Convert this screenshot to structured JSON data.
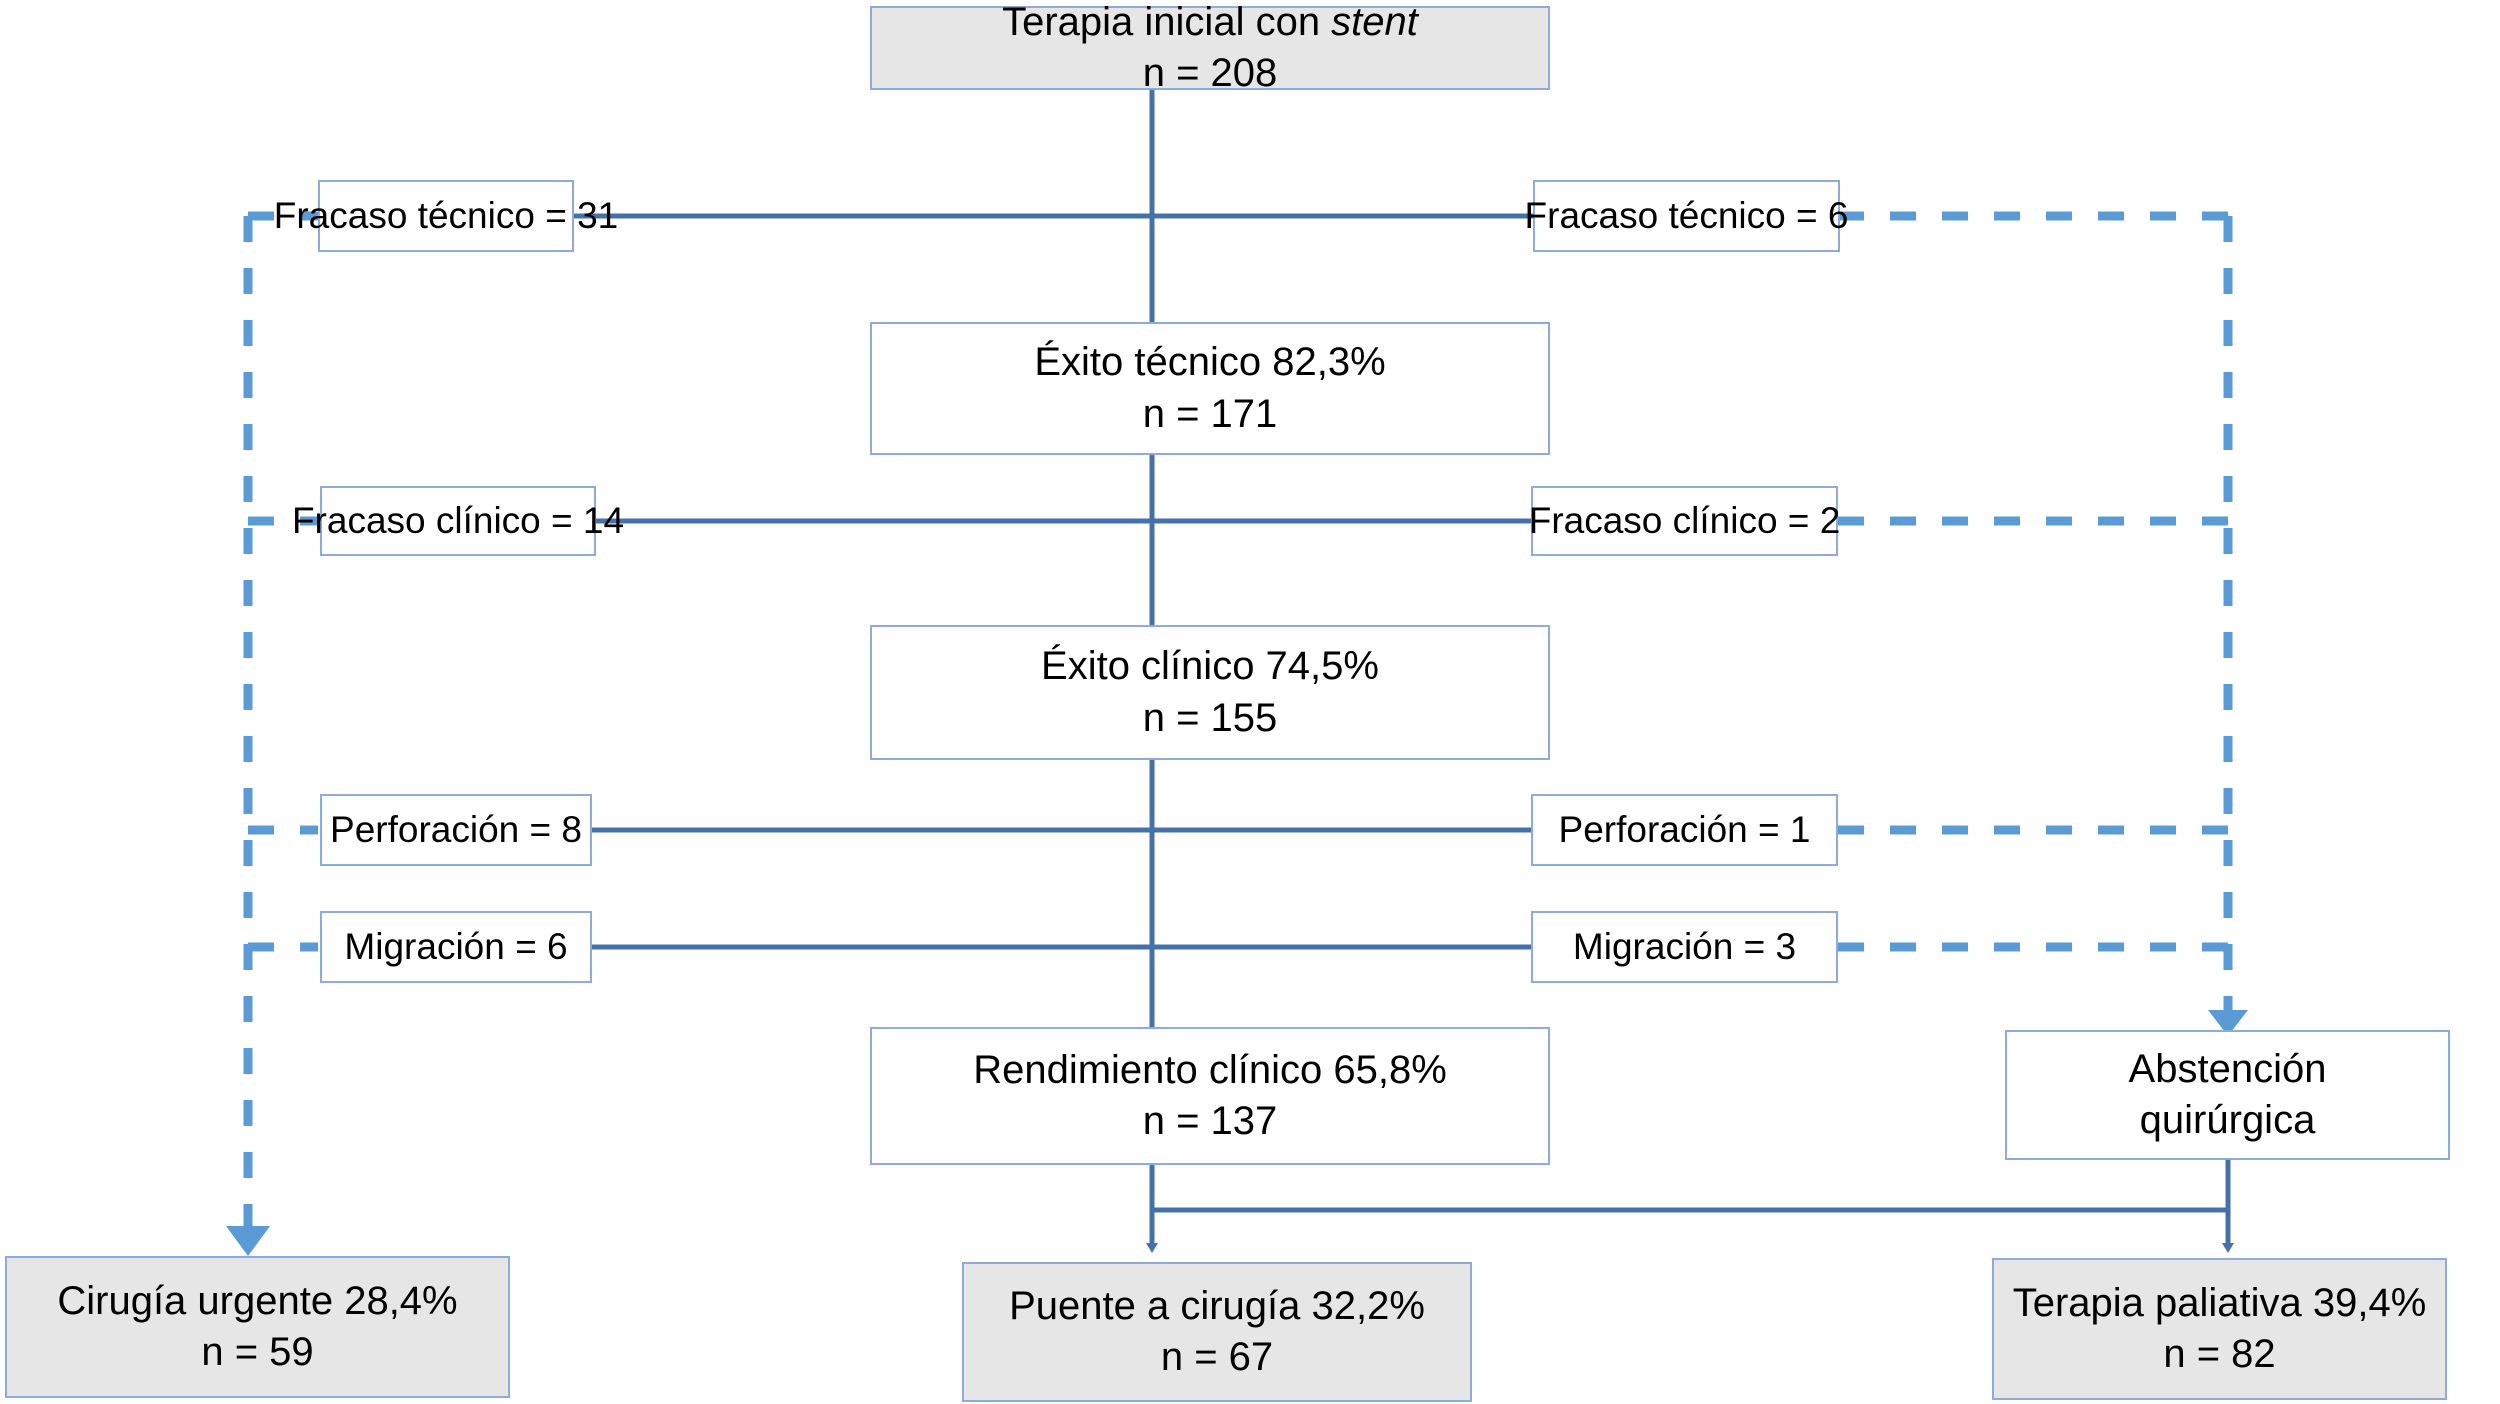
{
  "diagram": {
    "title_node": {
      "line1_prefix": "Terapia inicial con ",
      "line1_italic": "stent",
      "line2": "n = 208"
    },
    "colors": {
      "box_border": "#8faadc",
      "box_fill_grey": "#e7e6e6",
      "box_fill_white": "#ffffff",
      "solid_connector": "#4472a8",
      "dashed_connector": "#5b9bd5",
      "text": "#000000"
    },
    "nodes": {
      "initial_therapy": {
        "line1": "Terapia inicial con stent",
        "line2": "n = 208"
      },
      "technical_failure_left": {
        "line1": "Fracaso técnico = 31"
      },
      "technical_failure_right": {
        "line1": "Fracaso técnico = 6"
      },
      "technical_success": {
        "line1": "Éxito técnico 82,3%",
        "line2": "n = 171"
      },
      "clinical_failure_left": {
        "line1": "Fracaso clínico = 14"
      },
      "clinical_failure_right": {
        "line1": "Fracaso clínico = 2"
      },
      "clinical_success": {
        "line1": "Éxito clínico 74,5%",
        "line2": "n = 155"
      },
      "perforation_left": {
        "line1": "Perforación = 8"
      },
      "perforation_right": {
        "line1": "Perforación = 1"
      },
      "migration_left": {
        "line1": "Migración = 6"
      },
      "migration_right": {
        "line1": "Migración = 3"
      },
      "clinical_performance": {
        "line1": "Rendimiento clínico 65,8%",
        "line2": "n = 137"
      },
      "surgical_abstention": {
        "line1": "Abstención",
        "line2": "quirúrgica"
      },
      "urgent_surgery": {
        "line1": "Cirugía urgente 28,4%",
        "line2": "n = 59"
      },
      "bridge_to_surgery": {
        "line1": "Puente a cirugía 32,2%",
        "line2": "n = 67"
      },
      "palliative_therapy": {
        "line1": "Terapia paliativa 39,4%",
        "line2": "n = 82"
      }
    }
  },
  "chart_data": {
    "type": "diagram",
    "title": "Terapia inicial con stent — diagrama de flujo",
    "total_n": 208,
    "stages": [
      {
        "name": "Terapia inicial con stent",
        "n": 208,
        "percent": null
      },
      {
        "name": "Éxito técnico",
        "n": 171,
        "percent": 82.3
      },
      {
        "name": "Éxito clínico",
        "n": 155,
        "percent": 74.5
      },
      {
        "name": "Rendimiento clínico",
        "n": 137,
        "percent": 65.8
      }
    ],
    "losses": [
      {
        "name": "Fracaso técnico",
        "to_urgent_surgery": 31,
        "to_palliative": 6
      },
      {
        "name": "Fracaso clínico",
        "to_urgent_surgery": 14,
        "to_palliative": 2
      },
      {
        "name": "Perforación",
        "to_urgent_surgery": 8,
        "to_palliative": 1
      },
      {
        "name": "Migración",
        "to_urgent_surgery": 6,
        "to_palliative": 3
      }
    ],
    "outcomes": [
      {
        "name": "Cirugía urgente",
        "n": 59,
        "percent": 28.4
      },
      {
        "name": "Puente a cirugía",
        "n": 67,
        "percent": 32.2
      },
      {
        "name": "Terapia paliativa",
        "n": 82,
        "percent": 39.4
      }
    ],
    "intermediate": [
      {
        "name": "Abstención quirúrgica",
        "n": null
      }
    ]
  }
}
